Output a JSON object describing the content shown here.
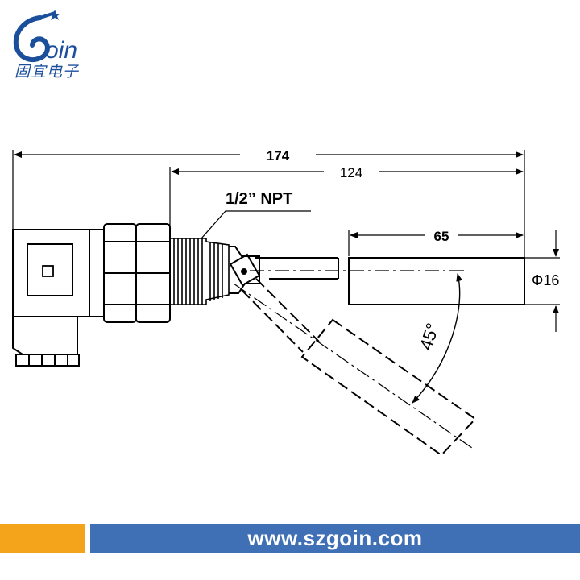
{
  "logo": {
    "mark": "Goin",
    "chinese": "固宜电子"
  },
  "dimensions": {
    "total_length": "174",
    "stem_length": "124",
    "float_length": "65",
    "thread": "1/2” NPT",
    "float_diameter": "Φ16",
    "angle": "45°"
  },
  "footer": {
    "url": "www.szgoin.com"
  },
  "colors": {
    "brand_blue": "#1b4f9c",
    "footer_orange": "#f4a41a",
    "footer_blue": "#3f6fb5",
    "line": "#000000"
  }
}
